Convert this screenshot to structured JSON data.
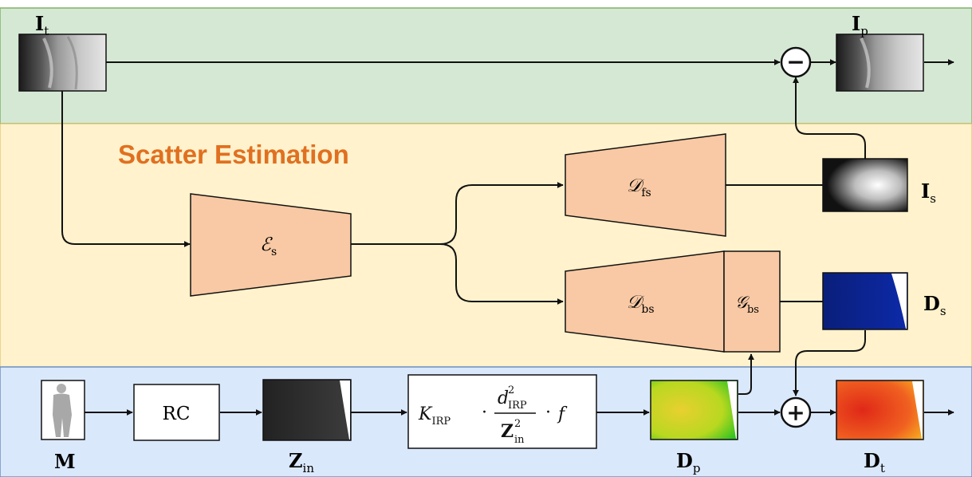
{
  "title": "Scatter Estimation",
  "colors": {
    "top_band": "#d5e8d4",
    "top_border": "#82b366",
    "mid_band": "#fff2cc",
    "bottom_band": "#dae8fc",
    "bottom_border": "#6c8ebf",
    "block_fill": "#f8c9a4",
    "title_color": "#e07020",
    "line": "#111111"
  },
  "labels": {
    "It": {
      "main": "I",
      "sub": "t"
    },
    "Ip": {
      "main": "I",
      "sub": "p"
    },
    "Is": {
      "main": "I",
      "sub": "s"
    },
    "Ds": {
      "main": "D",
      "sub": "s"
    },
    "M": {
      "main": "M"
    },
    "Zin": {
      "main": "Z",
      "sub": "in"
    },
    "Dp": {
      "main": "D",
      "sub": "p"
    },
    "Dt": {
      "main": "D",
      "sub": "t"
    }
  },
  "blocks": {
    "encoder": {
      "main": "ℰ",
      "sub": "s"
    },
    "decoder_fs": {
      "main": "𝒟",
      "sub": "fs"
    },
    "decoder_bs": {
      "main": "𝒟",
      "sub": "bs"
    },
    "g_bs": {
      "main": "𝒢",
      "sub": "bs"
    },
    "rc": {
      "label": "RC"
    }
  },
  "formula": {
    "k": "K",
    "k_sub": "IRP",
    "dot": "·",
    "num": "d",
    "num_sup": "2",
    "num_sub": "IRP",
    "den": "Z",
    "den_sup": "2",
    "den_sub": "in",
    "f": "f"
  },
  "operators": {
    "minus": "−",
    "plus": "+"
  }
}
